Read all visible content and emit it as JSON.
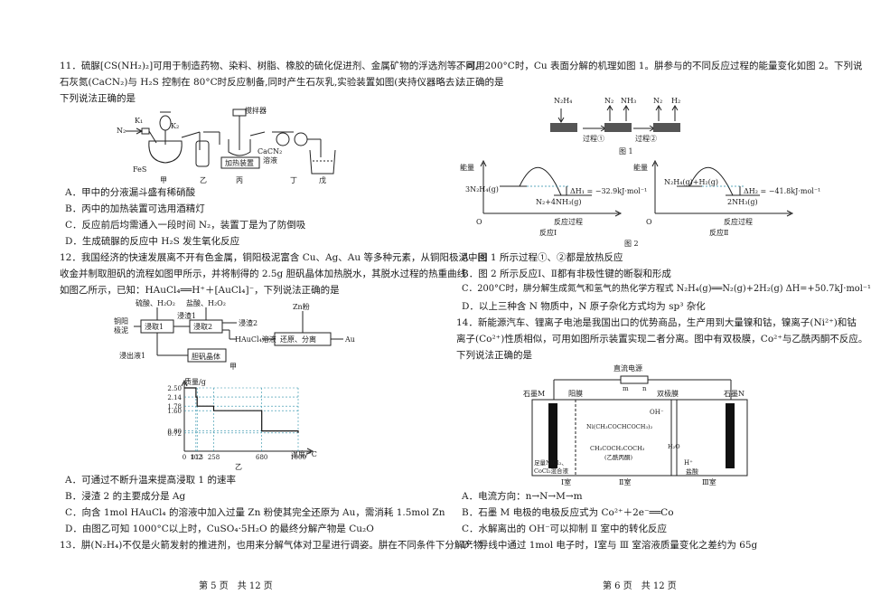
{
  "q11": {
    "stem": [
      "11．硫脲[CS(NH₂)₂]可用于制造药物、染料、树脂、橡胶的硫化促进剂、金属矿物的浮选剂等。可用",
      "石灰氮(CaCN₂)与 H₂S 控制在 80°C时反应制备,同时产生石灰乳,实验装置如图(夹持仪器略去),",
      "下列说法正确的是"
    ],
    "fig": {
      "n2": "N₂",
      "k1": "K₁",
      "k2": "K₂",
      "fes": "FeS",
      "stirrer": "搅拌器",
      "heater": "加热装置",
      "cacn2": "CaCN₂",
      "solution": "溶液",
      "jia": "甲",
      "yi": "乙",
      "bing": "丙",
      "ding": "丁",
      "wu": "戊"
    },
    "options": [
      "A．甲中的分液漏斗盛有稀硝酸",
      "B．丙中的加热装置可选用酒精灯",
      "C．反应前后均需通入一段时间 N₂，装置丁是为了防倒吸",
      "D．生成硫脲的反应中 H₂S 发生氧化反应"
    ]
  },
  "q12": {
    "stem": [
      "12．我国经济的快速发展离不开有色金属，铜阳极泥富含 Cu、Ag、Au 等多种元素，从铜阳极泥中回",
      "收金并制取胆矾的流程如图甲所示，并将制得的 2.5g 胆矾晶体加热脱水，其脱水过程的热重曲线",
      "如图乙所示，已知：HAuCl₄══H⁺＋[AuCl₄]⁻，下列说法正确的是"
    ],
    "flow": {
      "reagent1": "硫酸、H₂O₂",
      "reagent2": "盐酸、H₂O₂",
      "zn": "Zn粉",
      "mud": "铜阳",
      "mud2": "极泥",
      "leach1": "浸取1",
      "leach2": "浸取2",
      "residue2": "浸渣2",
      "residue1": "浸渣1",
      "leachate1": "浸出液1",
      "hau": "HAuCl₄溶液",
      "reduce": "还原、分离",
      "au": "Au",
      "crystal": "胆矾晶体",
      "label": "甲"
    },
    "options": [
      "A．可通过不断升温来提高浸取 1 的速率",
      "B．浸渣 2 的主要成分是 Ag",
      "C．向含 1mol HAuCl₄ 的溶液中加入过量 Zn 粉使其完全还原为 Au，需消耗 1.5mol Zn",
      "D．由图乙可知 1000°C以上时，CuSO₄·5H₂O 的最终分解产物是 Cu₂O"
    ],
    "q13_start": "13．肼(N₂H₄)不仅是火箭发射的推进剂，也用来分解气体对卫星进行调姿。肼在不同条件下分解产物"
  },
  "chart_data": {
    "type": "line",
    "title": "",
    "ylabel": "质量/g",
    "xlabel": "温度/°C",
    "figure_label": "乙",
    "x_ticks": [
      "0",
      "102",
      "113",
      "258",
      "680",
      "1000"
    ],
    "y_ticks": [
      "2.50",
      "2.14",
      "1.78",
      "1.60",
      "0.80",
      "0.72"
    ],
    "xlim": [
      0,
      1000
    ],
    "ylim": [
      0,
      2.5
    ],
    "series": [
      {
        "x": [
          0,
          102,
          102,
          113,
          113,
          258,
          258,
          680,
          680,
          1000,
          1000
        ],
        "y": [
          2.5,
          2.5,
          2.14,
          2.14,
          1.78,
          1.78,
          1.6,
          1.6,
          0.8,
          0.8,
          0.72
        ]
      }
    ]
  },
  "q13": {
    "intro": [
      "不同。200°C时，Cu 表面分解的机理如图 1。肼参与的不同反应过程的能量变化如图 2。下列说",
      "法正确的是"
    ],
    "fig1": {
      "n2h4": "N₂H₄",
      "n2": "N₂",
      "nh3": "NH₃",
      "h2": "H₂",
      "step1": "过程①",
      "step2": "过程②",
      "label": "图 1"
    },
    "fig2": {
      "energy": "能量",
      "o": "O",
      "path": "反应过程",
      "r1_react": "3N₂H₄(g)",
      "r1_prod": "N₂+4NH₃(g)",
      "r1_dh": "ΔH₁ = −32.9kJ·mol⁻¹",
      "r1_name": "反应Ⅰ",
      "r2_react": "N₂H₄(g)+H₂(g)",
      "r2_prod": "2NH₃(g)",
      "r2_dh": "ΔH₂ = −41.8kJ·mol⁻¹",
      "r2_name": "反应Ⅱ",
      "label": "图 2"
    },
    "options": [
      "A．图 1 所示过程①、②都是放热反应",
      "B．图 2 所示反应Ⅰ、Ⅱ都有非极性键的断裂和形成",
      "C．200°C时，肼分解生成氮气和氢气的热化学方程式 N₂H₄(g)══N₂(g)+2H₂(g) ΔH=+50.7kJ·mol⁻¹",
      "D．以上三种含 N 物质中，N 原子杂化方式均为 sp³ 杂化"
    ]
  },
  "q14": {
    "stem": [
      "14．新能源汽车、锂离子电池是我国出口的优势商品，生产用到大量镍和钴，镍离子(Ni²⁺)和钴",
      "离子(Co²⁺)性质相似，可用如图所示装置实现二者分离。图中有双极膜，Co²⁺与乙酰丙酮不反应。",
      "下列说法正确的是"
    ],
    "fig": {
      "power": "直流电源",
      "m": "m",
      "n": "n",
      "graphite_m": "石墨M",
      "anion": "阳膜",
      "bipolar": "双极膜",
      "graphite_n": "石墨N",
      "oh": "OH⁻",
      "complex": "Ni(CH₃COCHCOCH₃)₂",
      "acac": "CH₃COCH₂COCH₃",
      "acac_name": "(乙酰丙酮)",
      "h2o": "H₂O",
      "hplus": "H⁺",
      "acid": "盐酸",
      "mix1": "足量NiCl₂、",
      "mix2": "CoCl₂混合液",
      "room1": "Ⅰ室",
      "room2": "Ⅱ室",
      "room3": "Ⅲ室"
    },
    "options": [
      "A．电流方向：n→N→M→m",
      "B．石墨 M 电极的电极反应式为 Co²⁺＋2e⁻══Co",
      "C．水解离出的 OH⁻可以抑制 Ⅱ 室中的转化反应",
      "D．导线中通过 1mol 电子时，Ⅰ室与 Ⅲ 室溶液质量变化之差约为 65g"
    ]
  },
  "footer": {
    "left": "第 5 页　共 12 页",
    "right": "第 6 页　共 12 页"
  }
}
